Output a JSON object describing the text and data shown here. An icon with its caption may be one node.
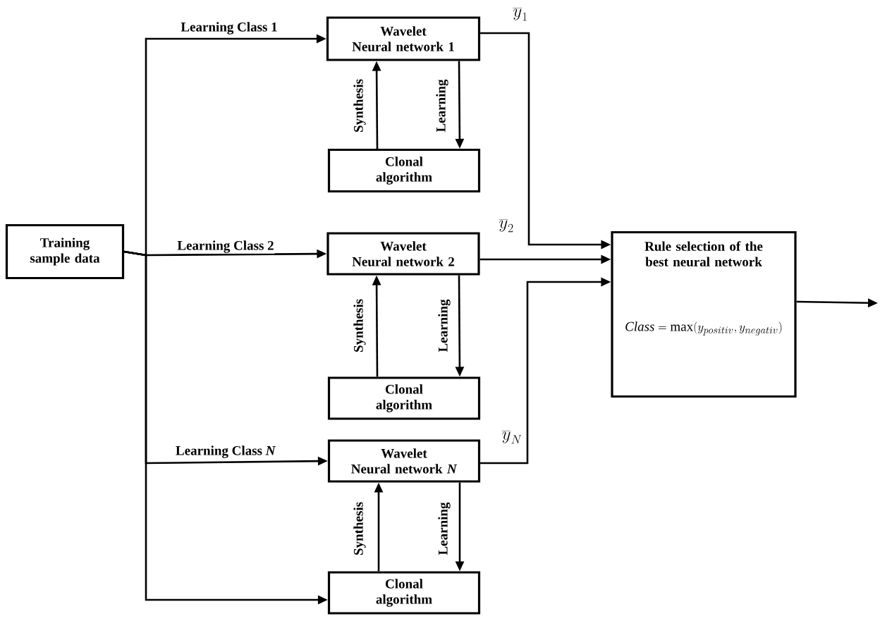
{
  "diagram": {
    "nodes": [
      {
        "text": [
          "Training sample data"
        ]
      },
      {
        "text": [
          "Wavelet",
          "Neural network 1"
        ]
      },
      {
        "text": [
          "Clonal algorithm"
        ]
      },
      {
        "text": [
          "Wavelet",
          "Neural network 2"
        ]
      },
      {
        "text": [
          "Clonal algorithm"
        ]
      },
      {
        "text": [
          "Wavelet",
          "Neural network *N*"
        ]
      },
      {
        "text": [
          "Clonal algorithm"
        ]
      },
      {
        "text": [
          "Rule selection of the best neural network",
          "\\mathit{Class}=\\max(y_{positiv},y_{negativ})"
        ]
      }
    ],
    "edges": [
      {
        "from": 0,
        "to": 1,
        "arrow": "to",
        "label": "Learning Class 1"
      },
      {
        "from": 0,
        "to": 3,
        "arrow": "to",
        "label": "Learning Class 2"
      },
      {
        "from": 0,
        "to": 5,
        "arrow": "to",
        "label": "Learning Class *N*"
      },
      {
        "from": 0,
        "to": 6,
        "arrow": "to"
      },
      {
        "from": 2,
        "to": 1,
        "arrow": "to",
        "label": "Synthesis"
      },
      {
        "from": 1,
        "to": 2,
        "arrow": "to",
        "label": "Learning"
      },
      {
        "from": 4,
        "to": 3,
        "arrow": "to",
        "label": "Synthesis"
      },
      {
        "from": 3,
        "to": 4,
        "arrow": "to",
        "label": "Learning"
      },
      {
        "from": 6,
        "to": 5,
        "arrow": "to",
        "label": "Synthesis"
      },
      {
        "from": 5,
        "to": 6,
        "arrow": "to",
        "label": "Learning"
      },
      {
        "from": 1,
        "to": 7,
        "arrow": "to",
        "label": "\\overline{y}_{1}"
      },
      {
        "from": 3,
        "to": 7,
        "arrow": "to",
        "label": "\\overline{y}_{2}"
      },
      {
        "from": 5,
        "to": 7,
        "arrow": "to",
        "label": "\\overline{y}_{N}"
      },
      {
        "from": 7,
        "to": null,
        "arrow": "to"
      }
    ]
  }
}
